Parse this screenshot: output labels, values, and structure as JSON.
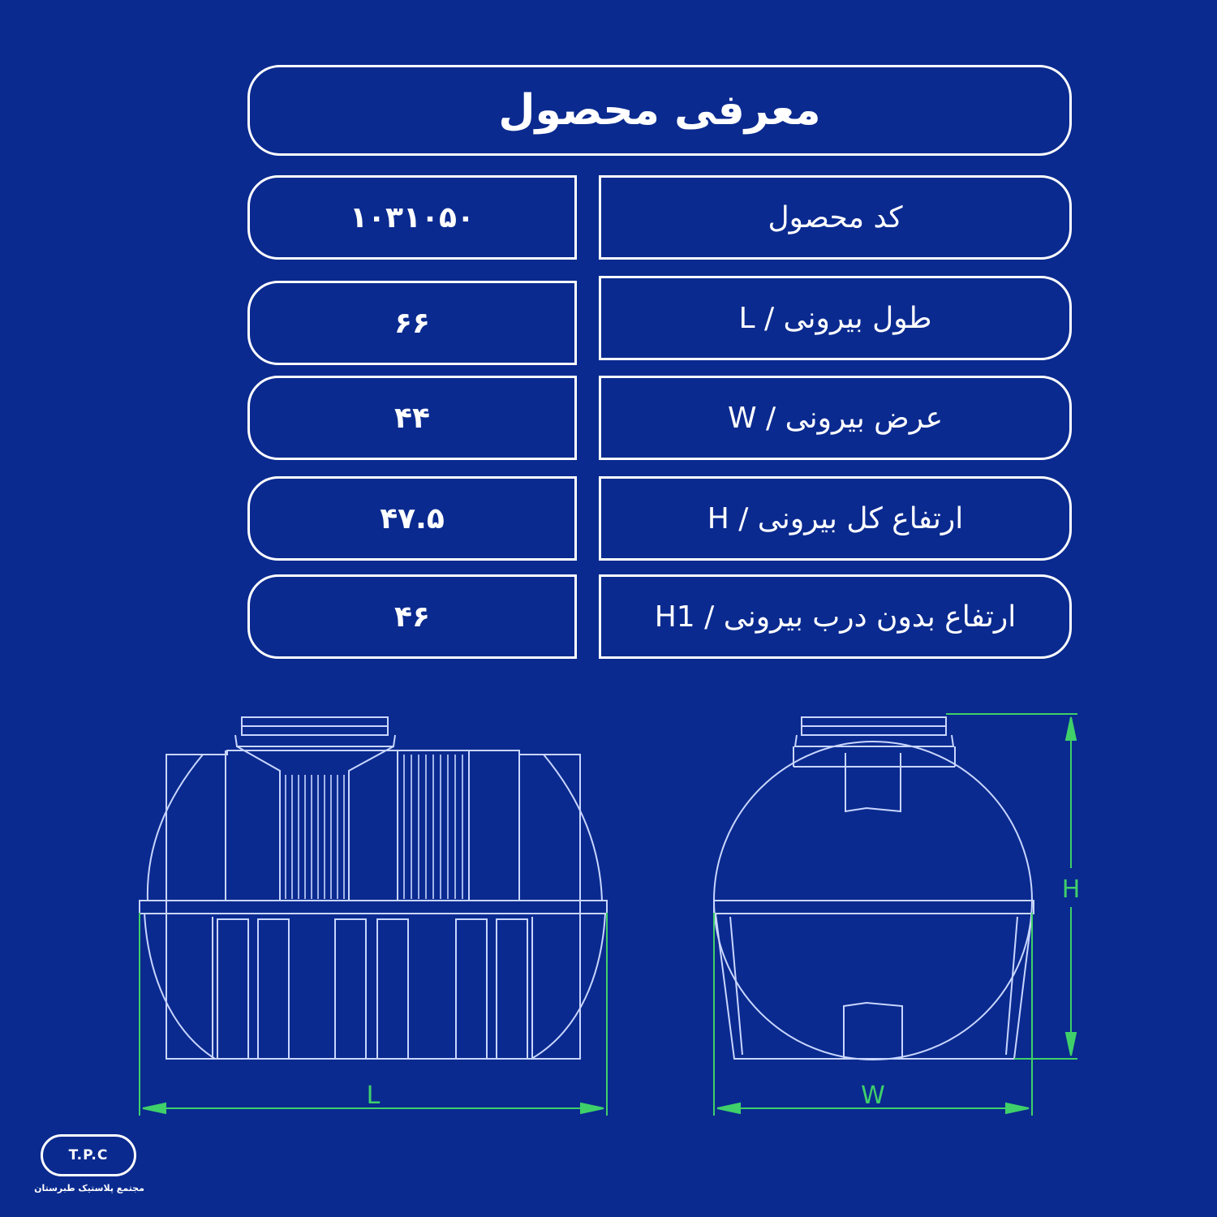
{
  "title": "معرفی محصول",
  "rows": [
    {
      "label": "کد محصول",
      "value": "۱۰۳۱۰۵۰"
    },
    {
      "label": "طول بیرونی / L",
      "value": "۶۶"
    },
    {
      "label": "عرض بیرونی / W",
      "value": "۴۴"
    },
    {
      "label": "ارتفاع کل بیرونی / H",
      "value": "۴۷.۵"
    },
    {
      "label": "ارتفاع بدون درب بیرونی / H1",
      "value": "۴۶"
    }
  ],
  "drawing": {
    "dim_length_label": "L",
    "dim_width_label": "W",
    "dim_height_label": "H",
    "line_color": "#c9d6ff",
    "dim_color": "#3fd06a"
  },
  "logo": {
    "mark": "T.P.C",
    "caption": "مجتمع پلاستیک طبرستان"
  }
}
